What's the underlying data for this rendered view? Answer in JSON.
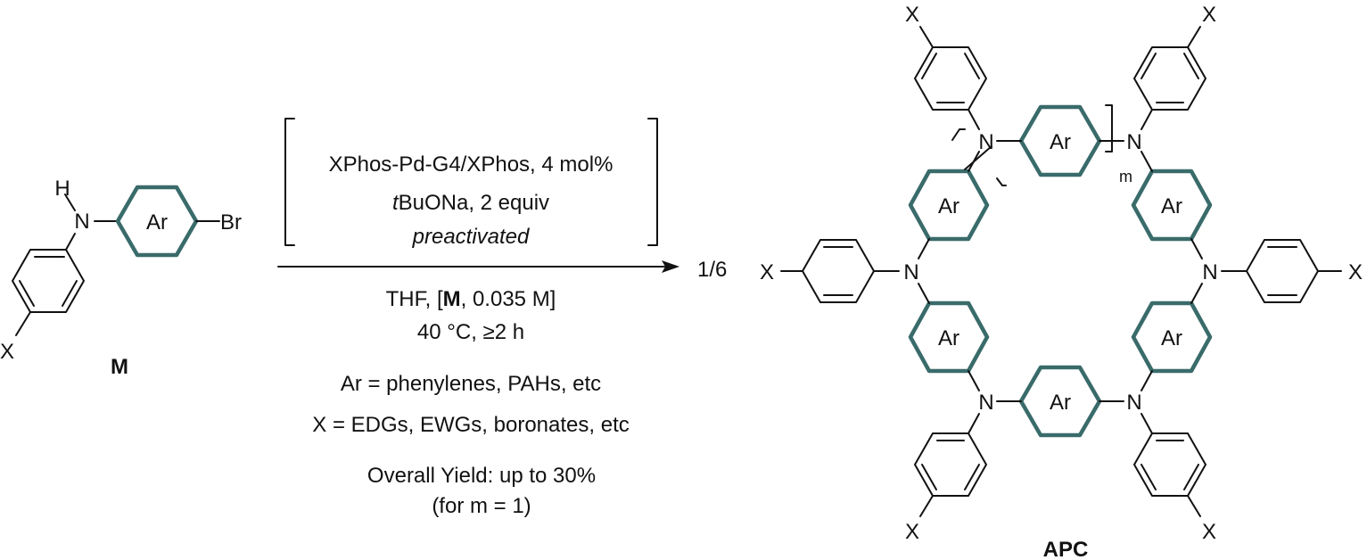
{
  "monomer": {
    "h_label": "H",
    "n_label": "N",
    "ar_label": "Ar",
    "br_label": "Br",
    "x_label": "X",
    "name": "M"
  },
  "conditions": {
    "line1": "XPhos-Pd-G4/XPhos, 4 mol%",
    "line2_italic": "t",
    "line2_rest": "BuONa, 2 equiv",
    "line3": "preactivated",
    "line4_pre": "THF,  [",
    "line4_bold": "M",
    "line4_post": ", 0.035 M]",
    "line5": "40 °C, ≥2 h",
    "line6": "Ar = phenylenes, PAHs, etc",
    "line7": "X = EDGs, EWGs, boronates, etc",
    "line8": "Overall Yield: up to 30%",
    "line9": "(for m = 1)"
  },
  "product": {
    "coefficient": "1/6",
    "n_label": "N",
    "ar_label": "Ar",
    "x_label": "X",
    "m_label": "m",
    "name": "APC"
  },
  "colors": {
    "ring": "#3a6b6b",
    "bond": "#111111"
  }
}
